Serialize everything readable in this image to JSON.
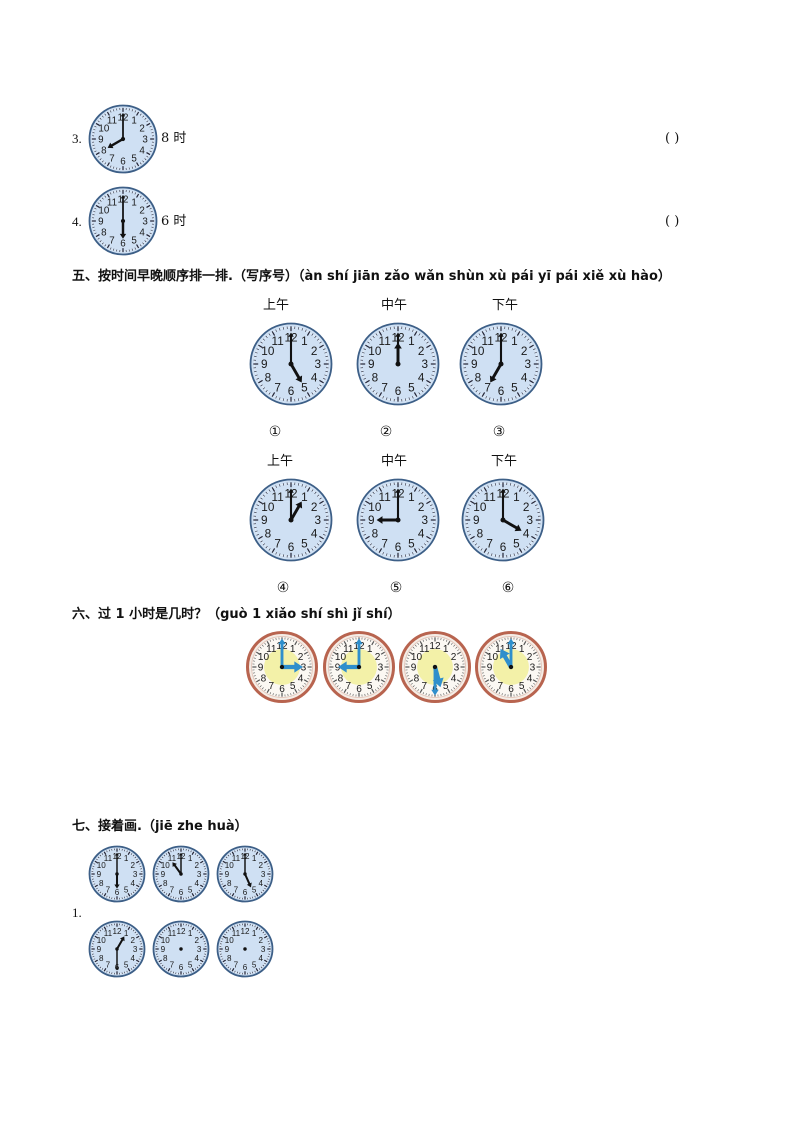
{
  "q3": {
    "num": "3.",
    "text": "8 时",
    "paren": "(        )"
  },
  "q4": {
    "num": "4.",
    "text": "6 时",
    "paren": "(        )"
  },
  "section5": {
    "title": "五、按时间早晚顺序排一排.（写序号）（àn shí jiān zǎo wǎn shùn xù pái yī pái xiě xù hào）",
    "row1_labels": [
      "上午",
      "中午",
      "下午"
    ],
    "row1_marks": [
      "①",
      "②",
      "③"
    ],
    "row2_labels": [
      "上午",
      "中午",
      "下午"
    ],
    "row2_marks": [
      "④",
      "⑤",
      "⑥"
    ]
  },
  "section6": {
    "title": "六、过 1 小时是几时？（guò 1 xiǎo shí shì jǐ shí）"
  },
  "section7": {
    "title": "七、接着画.（jiē zhe huà）",
    "item_num": "1."
  },
  "colors": {
    "clock_face": "#cfe0f3",
    "clock_ring": "#3d5f87",
    "yellow_face": "#f3f1a8",
    "brown_ring": "#b8644f",
    "blue_hand": "#2f8fcc"
  }
}
